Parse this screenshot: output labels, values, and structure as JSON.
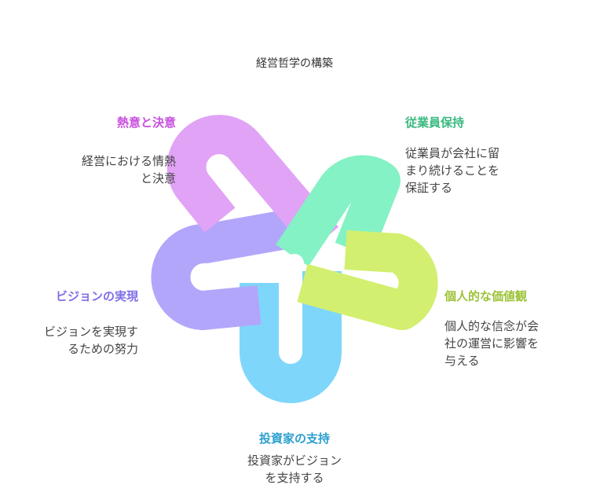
{
  "title": "経営哲学の構築",
  "colors": {
    "purple": "#da7ff0",
    "green": "#46d18b",
    "lime": "#a9d93a",
    "blue": "#2aa7d8",
    "violet": "#8f7cf0"
  },
  "sections": {
    "passion": {
      "heading": "熱意と決意",
      "lines": [
        "経営における情熱",
        "と決意"
      ]
    },
    "retention": {
      "heading": "従業員保持",
      "lines": [
        "従業員が会社に留",
        "まり続けることを",
        "保証する"
      ]
    },
    "values": {
      "heading": "個人的な価値観",
      "lines": [
        "個人的な信念が会",
        "社の運営に影響を",
        "与える"
      ]
    },
    "investor": {
      "heading": "投資家の支持",
      "lines": [
        "投資家がビジョン",
        "を支持する"
      ]
    },
    "vision": {
      "heading": "ビジョンの実現",
      "lines": [
        "ビジョンを実現す",
        "るための努力"
      ]
    }
  }
}
